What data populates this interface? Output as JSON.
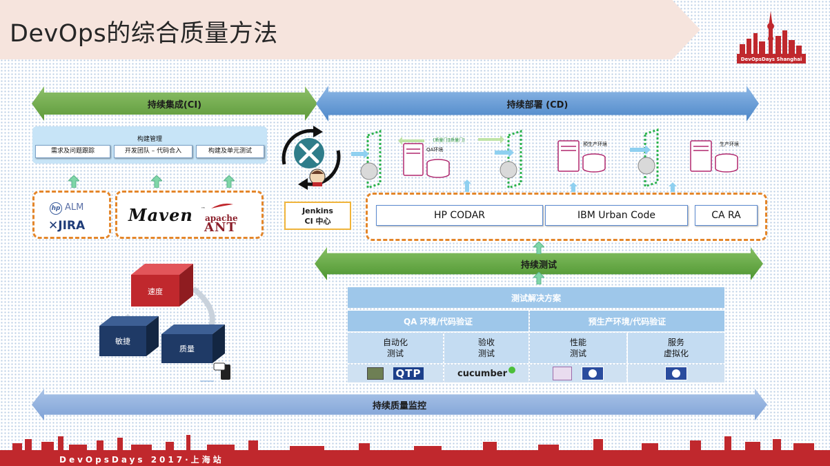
{
  "title": "DevOps的综合质量方法",
  "logo": {
    "name": "devopsdays-shanghai-logo",
    "text": "DevOpsDays Shanghai"
  },
  "arrows": {
    "ci": "持续集成(CI)",
    "cd": "持续部署 (CD)",
    "testing": "持续测试",
    "monitoring": "持续质量监控"
  },
  "build": {
    "title": "构建管理",
    "items": [
      "需求及问题跟踪",
      "开发团队 – 代码合入",
      "构建及单元测试"
    ]
  },
  "tools": {
    "hp_alm": "ALM",
    "jira": "JIRA",
    "maven": "Maven",
    "apache": "apache",
    "ant": "ANT"
  },
  "jenkins": {
    "line1": "Jenkins",
    "line2": "CI 中心"
  },
  "pipeline": {
    "qa_env": "QA环境",
    "preprod_env": "预生产环境",
    "prod_env": "生产环境",
    "gate_note": "[质量门][质量门]"
  },
  "deploy_tools": [
    "HP CODAR",
    "IBM Urban Code",
    "CA RA"
  ],
  "test_solution": {
    "header": "测试解决方案",
    "groups": [
      "QA 环境/代码验证",
      "预生产环境/代码验证"
    ],
    "categories": [
      {
        "line1": "自动化",
        "line2": "测试"
      },
      {
        "line1": "验收",
        "line2": "测试"
      },
      {
        "line1": "性能",
        "line2": "测试"
      },
      {
        "line1": "服务",
        "line2": "虚拟化"
      }
    ],
    "logos": {
      "qtp": "QTP",
      "cucumber": "cucumber"
    }
  },
  "cubes": [
    "速度",
    "敏捷",
    "质量"
  ],
  "footer": "DevOpsDays 2017·上海站",
  "colors": {
    "ci_arrow": "#6aa843",
    "cd_arrow": "#5b93d3",
    "monitor_arrow": "#8fb0e0",
    "dashed_border": "#e4862a",
    "table_blue": "#9ec7ea",
    "cube_red": "#c0282d",
    "cube_navy": "#1f3a66"
  }
}
